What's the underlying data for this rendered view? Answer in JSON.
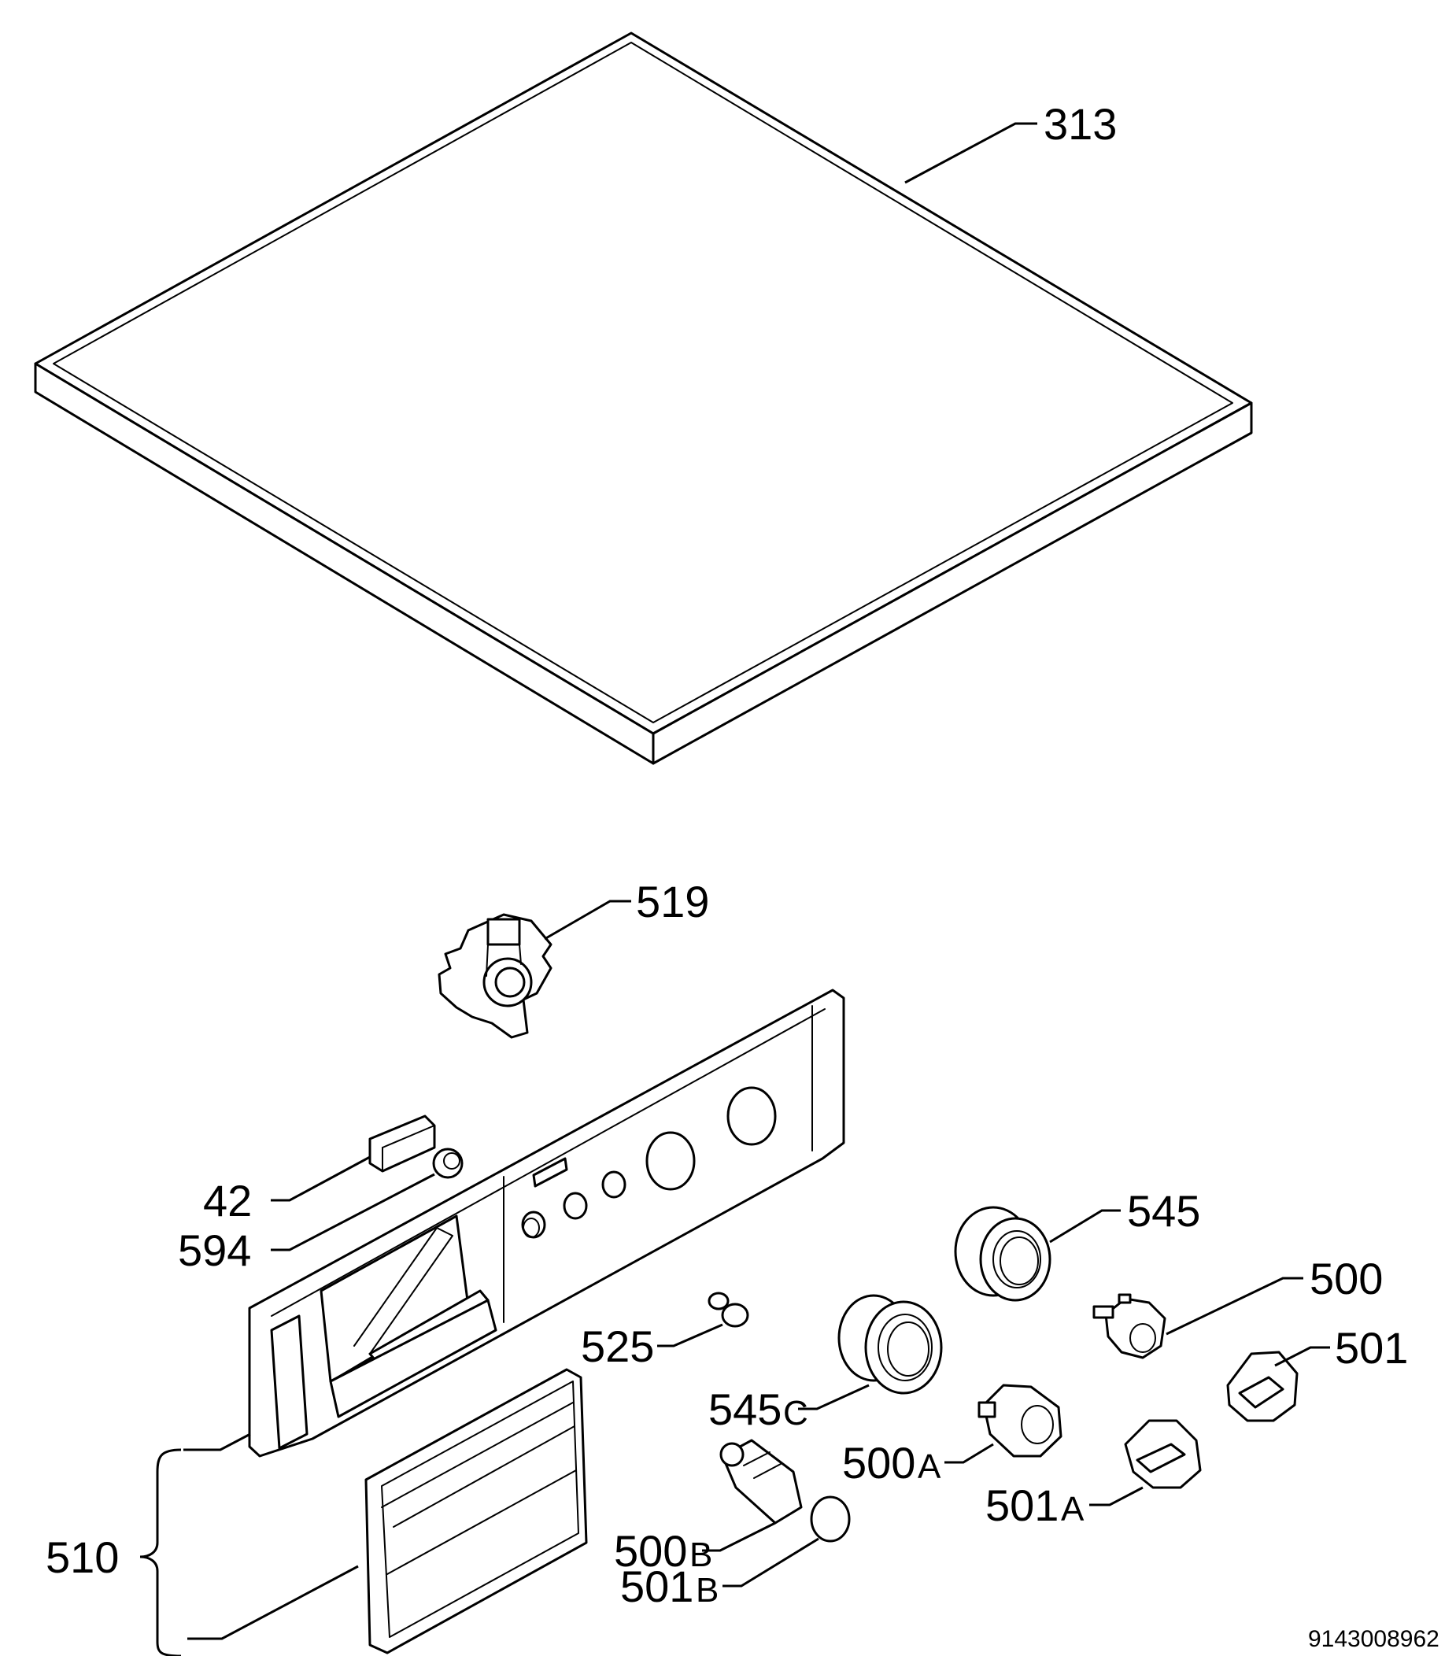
{
  "diagram": {
    "parts": [
      {
        "id": "313",
        "label": "313"
      },
      {
        "id": "519",
        "label": "519"
      },
      {
        "id": "42",
        "label": "42"
      },
      {
        "id": "594",
        "label": "594"
      },
      {
        "id": "545",
        "label": "545"
      },
      {
        "id": "500",
        "label": "500"
      },
      {
        "id": "525",
        "label": "525"
      },
      {
        "id": "501",
        "label": "501"
      },
      {
        "id": "545C",
        "label_main": "545",
        "label_suffix": "C"
      },
      {
        "id": "500A",
        "label_main": "500",
        "label_suffix": "A"
      },
      {
        "id": "501A",
        "label_main": "501",
        "label_suffix": "A"
      },
      {
        "id": "500B",
        "label_main": "500",
        "label_suffix": "B"
      },
      {
        "id": "501B",
        "label_main": "501",
        "label_suffix": "B"
      },
      {
        "id": "510",
        "label": "510"
      }
    ],
    "document_number": "9143008962"
  }
}
